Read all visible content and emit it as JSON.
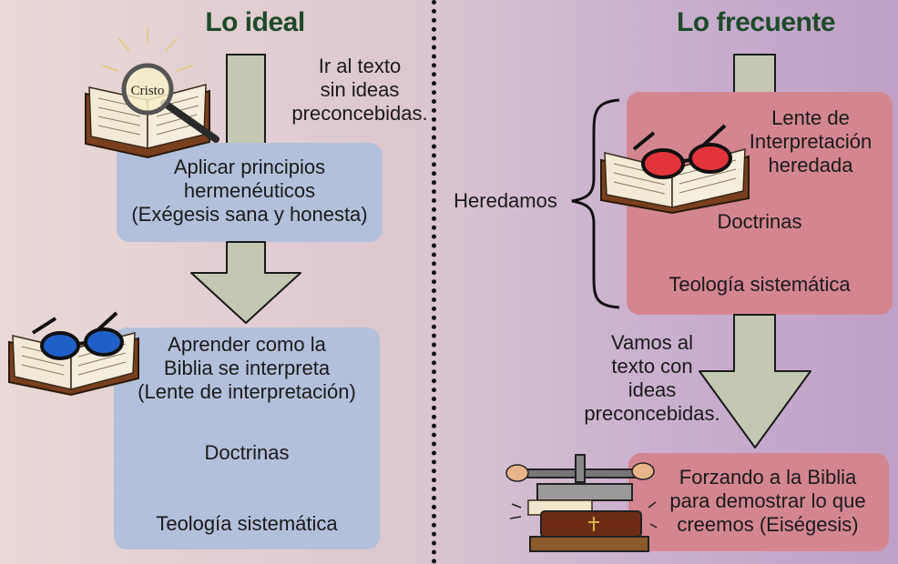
{
  "left": {
    "title": "Lo ideal",
    "note": [
      "Ir al texto",
      "sin ideas",
      "preconcebidas."
    ],
    "box1": [
      "Aplicar principios",
      "hermenéuticos",
      "(Exégesis sana y honesta)"
    ],
    "box2": {
      "lines": [
        "Aprender como la",
        "Biblia se interpreta",
        "(Lente de interpretación)"
      ],
      "doctrinas": "Doctrinas",
      "teologia": "Teología sistemática"
    },
    "magnifier_label": "Cristo"
  },
  "right": {
    "title": "Lo frecuente",
    "inherit_label": "Heredamos",
    "box1": {
      "lines": [
        "Lente de",
        "Interpretación",
        "heredada"
      ],
      "doctrinas": "Doctrinas",
      "teologia": "Teología sistemática"
    },
    "note": [
      "Vamos al",
      "texto con",
      "ideas",
      "preconcebidas."
    ],
    "box2": [
      "Forzando a la Biblia",
      "para demostrar lo que",
      "creemos (Eiségesis)"
    ]
  },
  "colors": {
    "title_green": "#1f4a2a",
    "blue_box": "#b3c0dc",
    "red_box": "#d48690",
    "arrow": "#c4c7b2"
  },
  "icons": [
    "bible-magnifier-icon",
    "bible-blue-glasses-icon",
    "bible-red-glasses-icon",
    "bible-press-icon",
    "curly-brace-icon"
  ]
}
